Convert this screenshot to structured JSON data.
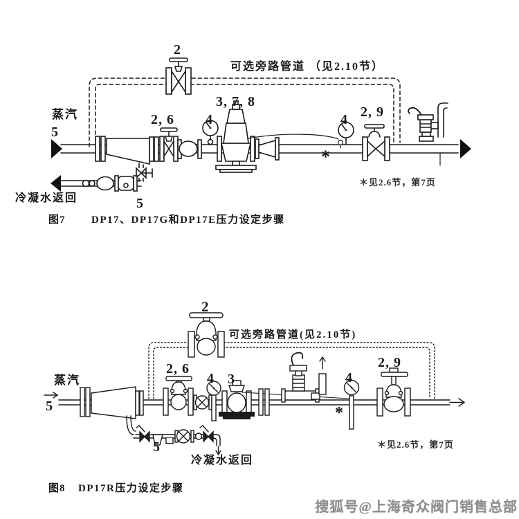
{
  "figure7": {
    "caption": {
      "tag": "图7",
      "title": "DP17、DP17G和DP17E压力设定步骤"
    },
    "labels": {
      "steam": "蒸汽",
      "inlet_step": "5",
      "bypass_valve_step": "2",
      "bypass_pipe": "可选旁路管道 （见2.10节）",
      "upstream_valve_steps": "2, 6",
      "upstream_gauge_step": "4",
      "prv_steps": "3, 7, 8",
      "downstream_gauge_step": "4",
      "downstream_star": "*",
      "downstream_valve_steps": "2, 9",
      "trap_step": "5",
      "condensate_return": "冷凝水返回",
      "footnote": "＊见2.6节，第7页"
    }
  },
  "figure8": {
    "caption": {
      "tag": "图8",
      "title": "DP17R压力设定步骤"
    },
    "labels": {
      "steam": "蒸汽",
      "inlet_step": "5",
      "bypass_valve_step": "2",
      "bypass_pipe": "可选旁路管道(见2.10节)",
      "upstream_valve_steps": "2, 6",
      "upstream_gauge_step": "4",
      "prv_step": "3",
      "downstream_gauge_step": "4",
      "downstream_star": "*",
      "downstream_valve_steps": "2, 9",
      "trap_step": "5",
      "condensate_return": "冷凝水返回",
      "footnote": "＊见2.6节，第7页"
    }
  },
  "watermark": "搜狐号@上海奇众阀门销售总部"
}
